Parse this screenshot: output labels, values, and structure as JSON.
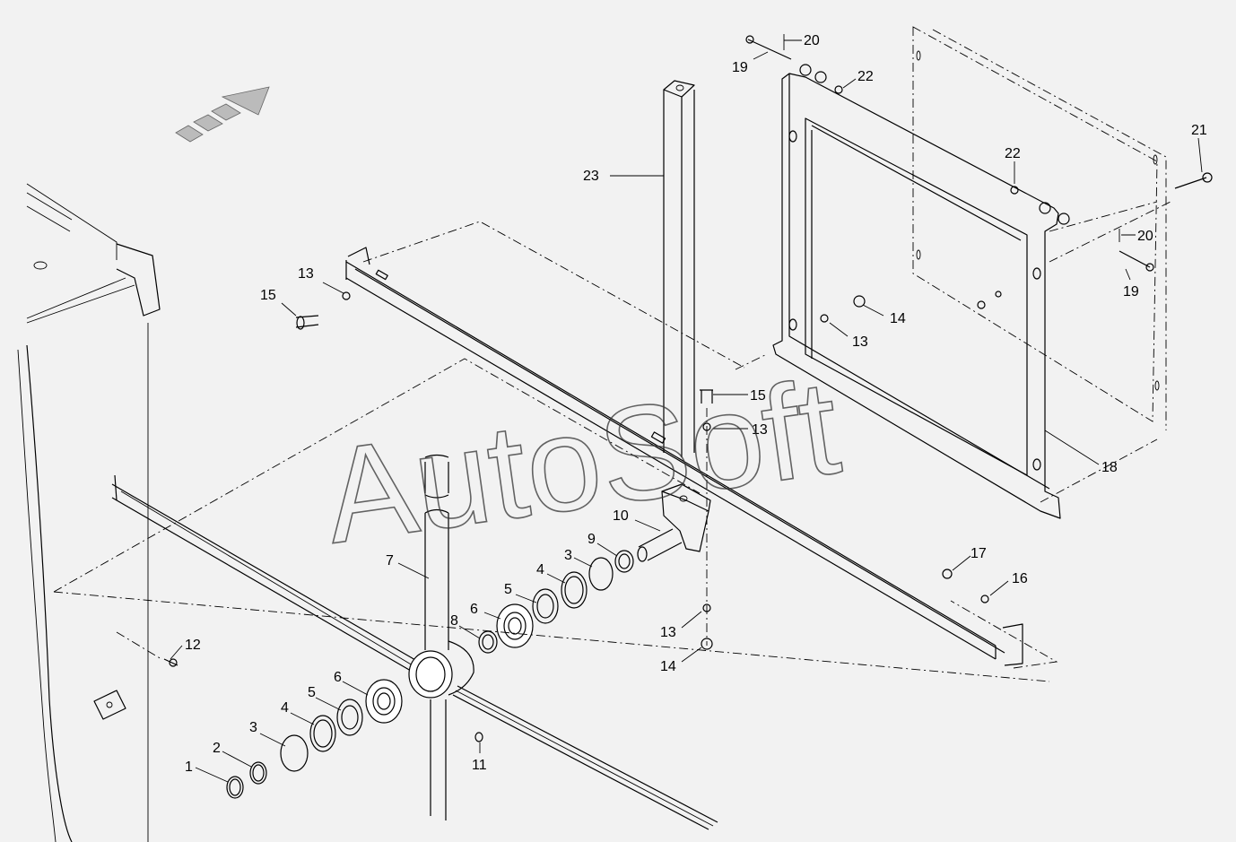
{
  "watermark": "AutoSoft",
  "callouts": [
    {
      "id": "c1",
      "text": "1"
    },
    {
      "id": "c2",
      "text": "2"
    },
    {
      "id": "c3a",
      "text": "3"
    },
    {
      "id": "c4a",
      "text": "4"
    },
    {
      "id": "c5a",
      "text": "5"
    },
    {
      "id": "c6a",
      "text": "6"
    },
    {
      "id": "c3b",
      "text": "3"
    },
    {
      "id": "c4b",
      "text": "4"
    },
    {
      "id": "c5b",
      "text": "5"
    },
    {
      "id": "c6b",
      "text": "6"
    },
    {
      "id": "c7",
      "text": "7"
    },
    {
      "id": "c8",
      "text": "8"
    },
    {
      "id": "c9",
      "text": "9"
    },
    {
      "id": "c10",
      "text": "10"
    },
    {
      "id": "c11",
      "text": "11"
    },
    {
      "id": "c12",
      "text": "12"
    },
    {
      "id": "c13a",
      "text": "13"
    },
    {
      "id": "c13b",
      "text": "13"
    },
    {
      "id": "c13c",
      "text": "13"
    },
    {
      "id": "c13d",
      "text": "13"
    },
    {
      "id": "c14a",
      "text": "14"
    },
    {
      "id": "c14b",
      "text": "14"
    },
    {
      "id": "c15a",
      "text": "15"
    },
    {
      "id": "c15b",
      "text": "15"
    },
    {
      "id": "c16",
      "text": "16"
    },
    {
      "id": "c17",
      "text": "17"
    },
    {
      "id": "c18",
      "text": "18"
    },
    {
      "id": "c19a",
      "text": "19"
    },
    {
      "id": "c19b",
      "text": "19"
    },
    {
      "id": "c20a",
      "text": "20"
    },
    {
      "id": "c20b",
      "text": "20"
    },
    {
      "id": "c21",
      "text": "21"
    },
    {
      "id": "c22a",
      "text": "22"
    },
    {
      "id": "c22b",
      "text": "22"
    },
    {
      "id": "c23",
      "text": "23"
    }
  ]
}
